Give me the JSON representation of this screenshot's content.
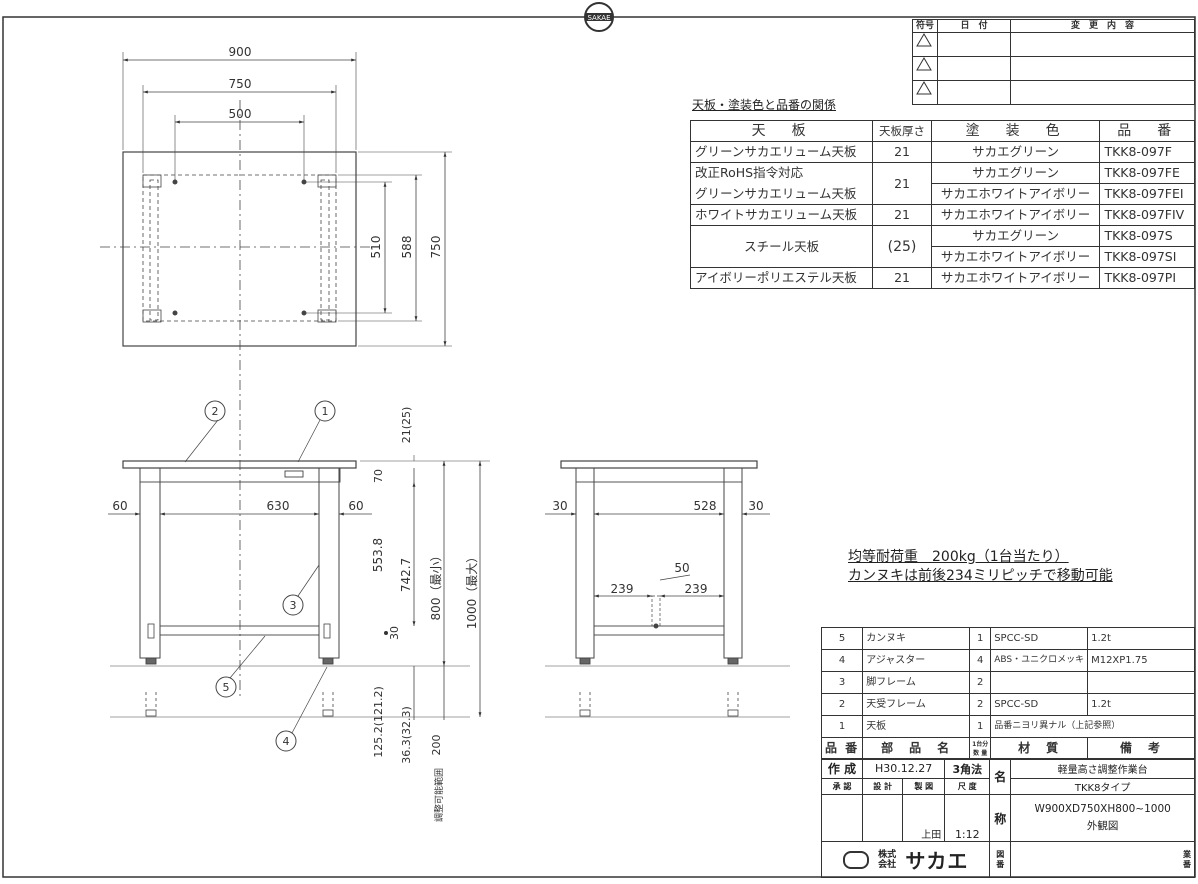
{
  "top_mark": "SAKAE",
  "revision_table": {
    "headers": [
      "符号",
      "日　付",
      "変　更　内　容"
    ],
    "rows": 3
  },
  "spec_section": {
    "title": "天板・塗装色と品番の関係",
    "headers": [
      "天　板",
      "天板厚さ",
      "塗　装　色",
      "品　番"
    ],
    "rows": [
      {
        "top": "グリーンサカエリューム天板",
        "thickness": "21",
        "color": "サカエグリーン",
        "code": "TKK8-097F"
      },
      {
        "top": "改正RoHS指令対応",
        "top2": "グリーンサカエリューム天板",
        "thickness": "21",
        "color": "サカエグリーン",
        "code": "TKK8-097FE",
        "color2": "サカエホワイトアイボリー",
        "code2": "TKK8-097FEI"
      },
      {
        "top": "ホワイトサカエリューム天板",
        "thickness": "21",
        "color": "サカエホワイトアイボリー",
        "code": "TKK8-097FIV"
      },
      {
        "top": "スチール天板",
        "thickness": "(25)",
        "color": "サカエグリーン",
        "code": "TKK8-097S",
        "color2": "サカエホワイトアイボリー",
        "code2": "TKK8-097SI"
      },
      {
        "top": "アイボリーポリエステル天板",
        "thickness": "21",
        "color": "サカエホワイトアイボリー",
        "code": "TKK8-097PI"
      }
    ]
  },
  "load_note": {
    "line1": "均等耐荷重　200kg（1台当たり）",
    "line2": "カンヌキは前後234ミリピッチで移動可能"
  },
  "plan_dims": {
    "w900": "900",
    "w750": "750",
    "w500": "500",
    "h510": "510",
    "h588": "588",
    "h750": "750"
  },
  "front_dims": {
    "d60a": "60",
    "d630": "630",
    "d60b": "60",
    "d21": "21(25)",
    "d70": "70",
    "d553": "553.8",
    "d742": "742.7",
    "d800": "800（最小）",
    "d1000": "1000（最大）",
    "d30": "30",
    "d125": "125.2(121.2)",
    "d36": "36.3(32.3)",
    "d200": "200",
    "adj": "調整可能範囲"
  },
  "side_dims": {
    "d30a": "30",
    "d528": "528",
    "d30b": "30",
    "d239a": "239",
    "d50": "50",
    "d239b": "239"
  },
  "balloons": [
    "1",
    "2",
    "3",
    "4",
    "5"
  ],
  "parts": {
    "rows": [
      {
        "no": "5",
        "name": "カンヌキ",
        "qty": "1",
        "mat": "SPCC-SD",
        "note": "1.2t"
      },
      {
        "no": "4",
        "name": "アジャスター",
        "qty": "4",
        "mat": "ABS・ユニクロメッキ",
        "note": "M12XP1.75"
      },
      {
        "no": "3",
        "name": "脚フレーム",
        "qty": "2",
        "mat": "",
        "note": ""
      },
      {
        "no": "2",
        "name": "天受フレーム",
        "qty": "2",
        "mat": "SPCC-SD",
        "note": "1.2t"
      },
      {
        "no": "1",
        "name": "天板",
        "qty": "1",
        "mat": "品番ニヨリ異ナル（上記参照）",
        "note": ""
      }
    ],
    "header": {
      "no": "品 番",
      "name": "部　品　名",
      "qty_a": "1台分",
      "qty_b": "数 量",
      "mat": "材　質",
      "note": "備　考"
    }
  },
  "title_block": {
    "made_label": "作 成",
    "date": "H30.12.27",
    "method": "3角法",
    "approve": "承 認",
    "design": "設 計",
    "draft": "製 図",
    "scale_label": "尺 度",
    "drafter": "上田",
    "scale": "1:12",
    "name_label_a": "名",
    "name_label_b": "称",
    "name1": "軽量高さ調整作業台",
    "name2": "TKK8タイプ",
    "name3": "W900XD750XH800~1000",
    "name4": "外観図",
    "company_a": "株式",
    "company_b": "会社",
    "company": "サカエ",
    "fig_a": "図",
    "fig_b": "番",
    "biz_a": "業",
    "biz_b": "番"
  }
}
